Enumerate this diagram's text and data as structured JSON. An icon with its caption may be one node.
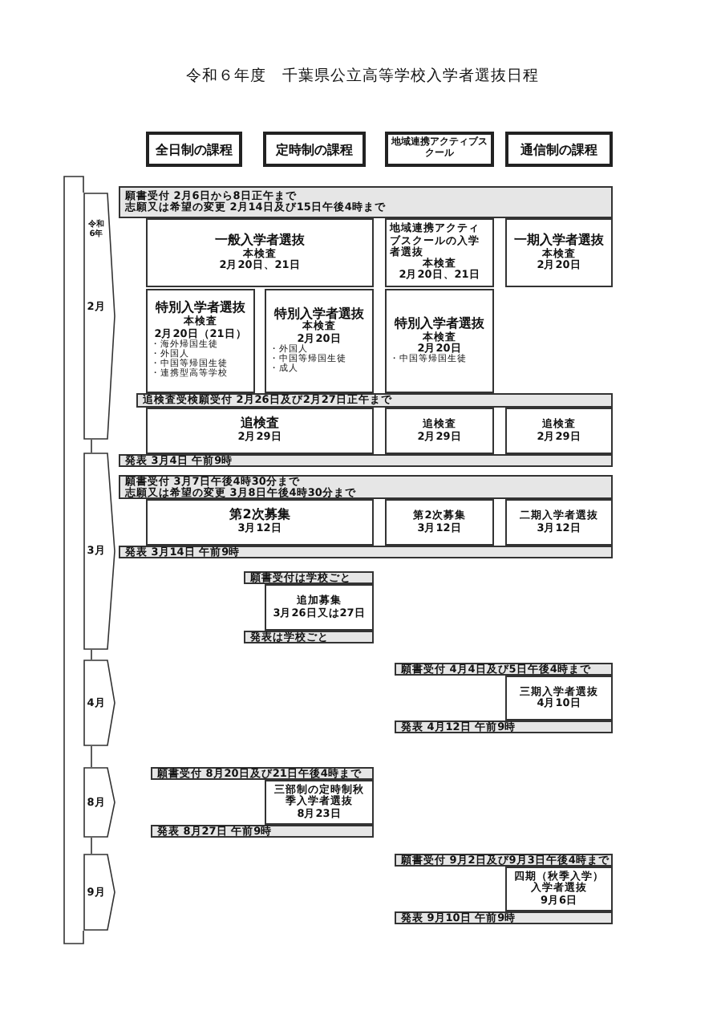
{
  "diagram": {
    "title": "令和６年度　千葉県公立高等学校入学者選抜日程",
    "nodes": [
      {
        "text": [
          "全日制の課程"
        ]
      },
      {
        "text": [
          "定時制の課程"
        ]
      },
      {
        "text": [
          "地域連携アクティブスクール"
        ]
      },
      {
        "text": [
          "通信制の課程"
        ]
      },
      {
        "text": [
          "令和6年",
          "2月"
        ]
      },
      {
        "text": [
          "願書受付 2月6日から8日正午まで",
          "志願又は希望の変更 2月14日及び15日午後4時まで"
        ]
      },
      {
        "text": [
          "一般入学者選抜",
          "本検査",
          "2月20日、21日"
        ]
      },
      {
        "text": [
          "地域連携アクティブスクールの入学者選抜",
          "本検査",
          "2月20日、21日"
        ]
      },
      {
        "text": [
          "一期入学者選抜",
          "本検査",
          "2月20日"
        ]
      },
      {
        "text": [
          "特別入学者選抜",
          "本検査",
          "2月20日（21日）",
          "・海外帰国生徒",
          "・外国人",
          "・中国等帰国生徒",
          "・連携型高等学校"
        ]
      },
      {
        "text": [
          "特別入学者選抜",
          "本検査",
          "2月20日",
          "・外国人",
          "・中国等帰国生徒",
          "・成人"
        ]
      },
      {
        "text": [
          "特別入学者選抜",
          "本検査",
          "2月20日",
          "・中国等帰国生徒"
        ]
      },
      {
        "text": [
          "追検査受検願受付 2月26日及び2月27日正午まで"
        ]
      },
      {
        "text": [
          "追検査",
          "2月29日"
        ]
      },
      {
        "text": [
          "追検査",
          "2月29日"
        ]
      },
      {
        "text": [
          "追検査",
          "2月29日"
        ]
      },
      {
        "text": [
          "発表 3月4日 午前9時"
        ]
      },
      {
        "text": [
          "3月"
        ]
      },
      {
        "text": [
          "願書受付 3月7日午後4時30分まで",
          "志願又は希望の変更 3月8日午後4時30分まで"
        ]
      },
      {
        "text": [
          "第2次募集",
          "3月12日"
        ]
      },
      {
        "text": [
          "第2次募集",
          "3月12日"
        ]
      },
      {
        "text": [
          "二期入学者選抜",
          "3月12日"
        ]
      },
      {
        "text": [
          "発表 3月14日 午前9時"
        ]
      },
      {
        "text": [
          "願書受付は学校ごと"
        ]
      },
      {
        "text": [
          "追加募集",
          "3月26日又は27日"
        ]
      },
      {
        "text": [
          "発表は学校ごと"
        ]
      },
      {
        "text": [
          "4月"
        ]
      },
      {
        "text": [
          "願書受付 4月4日及び5日午後4時まで"
        ]
      },
      {
        "text": [
          "三期入学者選抜",
          "4月10日"
        ]
      },
      {
        "text": [
          "発表 4月12日 午前9時"
        ]
      },
      {
        "text": [
          "8月"
        ]
      },
      {
        "text": [
          "願書受付 8月20日及び21日午後4時まで"
        ]
      },
      {
        "text": [
          "三部制の定時制秋季入学者選抜",
          "8月23日"
        ]
      },
      {
        "text": [
          "発表 8月27日 午前9時"
        ]
      },
      {
        "text": [
          "9月"
        ]
      },
      {
        "text": [
          "願書受付 9月2日及び9月3日午後4時まで"
        ]
      },
      {
        "text": [
          "四期（秋季入学）入学者選抜",
          "9月6日"
        ]
      },
      {
        "text": [
          "発表 9月10日 午前9時"
        ]
      }
    ],
    "edges": [
      {
        "from": 4,
        "to": 17,
        "arrow": "none"
      },
      {
        "from": 17,
        "to": 26,
        "arrow": "none"
      },
      {
        "from": 26,
        "to": 30,
        "arrow": "none"
      },
      {
        "from": 30,
        "to": 34,
        "arrow": "none"
      }
    ]
  }
}
